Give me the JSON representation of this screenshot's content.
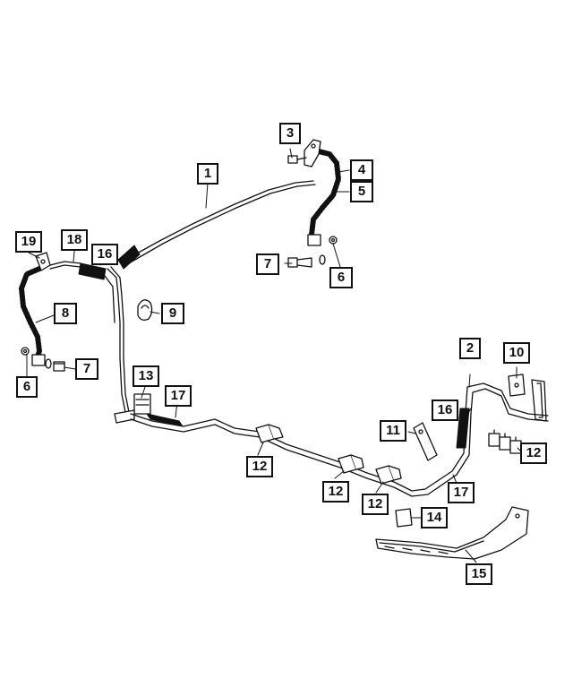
{
  "callouts": [
    {
      "id": "c1",
      "label": "1"
    },
    {
      "id": "c2",
      "label": "2"
    },
    {
      "id": "c3",
      "label": "3"
    },
    {
      "id": "c4",
      "label": "4"
    },
    {
      "id": "c5",
      "label": "5"
    },
    {
      "id": "c6a",
      "label": "6"
    },
    {
      "id": "c6b",
      "label": "6"
    },
    {
      "id": "c7a",
      "label": "7"
    },
    {
      "id": "c7b",
      "label": "7"
    },
    {
      "id": "c8",
      "label": "8"
    },
    {
      "id": "c9",
      "label": "9"
    },
    {
      "id": "c10",
      "label": "10"
    },
    {
      "id": "c11",
      "label": "11"
    },
    {
      "id": "c12a",
      "label": "12"
    },
    {
      "id": "c12b",
      "label": "12"
    },
    {
      "id": "c12c",
      "label": "12"
    },
    {
      "id": "c12d",
      "label": "12"
    },
    {
      "id": "c13",
      "label": "13"
    },
    {
      "id": "c14",
      "label": "14"
    },
    {
      "id": "c15",
      "label": "15"
    },
    {
      "id": "c16a",
      "label": "16"
    },
    {
      "id": "c16b",
      "label": "16"
    },
    {
      "id": "c17a",
      "label": "17"
    },
    {
      "id": "c17b",
      "label": "17"
    },
    {
      "id": "c18",
      "label": "18"
    },
    {
      "id": "c19",
      "label": "19"
    }
  ]
}
